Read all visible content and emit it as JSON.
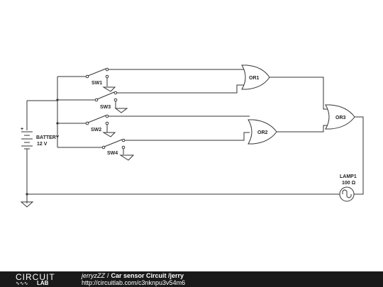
{
  "components": {
    "sw1": "SW1",
    "sw2": "SW2",
    "sw3": "SW3",
    "sw4": "SW4",
    "or1": "OR1",
    "or2": "OR2",
    "or3": "OR3",
    "battery": "BATTERY",
    "battery_value": "12 V",
    "lamp": "LAMP1",
    "lamp_value": "100 Ω",
    "plus_sign": "+"
  },
  "footer": {
    "logo_top": "CIRCUIT",
    "logo_bottom": "LAB",
    "author": "jerryzZZ",
    "separator": "/",
    "circuit_name": "Car sensor Circuit /jerry",
    "url": "http://circuitlab.com/c3nknpu3v54m6"
  }
}
